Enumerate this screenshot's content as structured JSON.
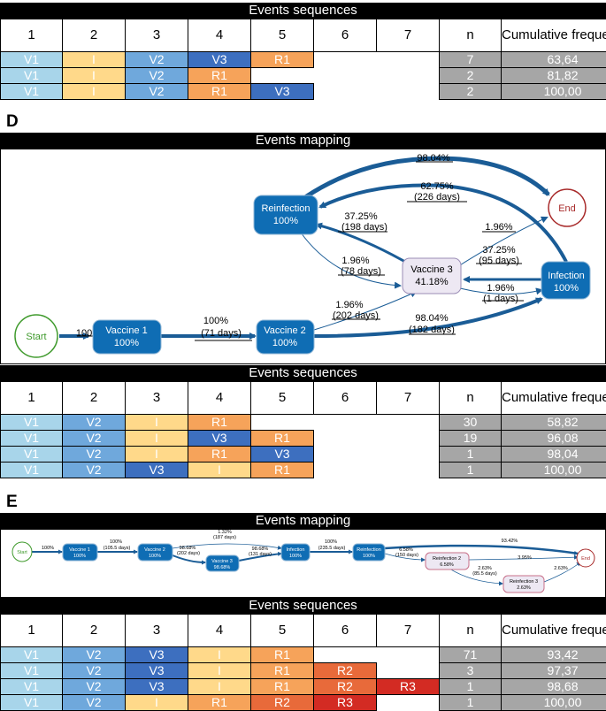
{
  "panel_c": {
    "sequences_title": "Events sequences",
    "headers": [
      "1",
      "2",
      "3",
      "4",
      "5",
      "6",
      "7",
      "n",
      "Cumulative frequency (%)"
    ],
    "rows": [
      {
        "cells": [
          "V1",
          "I",
          "V2",
          "V3",
          "R1",
          "",
          ""
        ],
        "n": "7",
        "cf": "63,64"
      },
      {
        "cells": [
          "V1",
          "I",
          "V2",
          "R1",
          "",
          "",
          ""
        ],
        "n": "2",
        "cf": "81,82"
      },
      {
        "cells": [
          "V1",
          "I",
          "V2",
          "R1",
          "V3",
          "",
          ""
        ],
        "n": "2",
        "cf": "100,00"
      }
    ]
  },
  "panel_d": {
    "letter": "D",
    "mapping_title": "Events mapping",
    "nodes": {
      "start": "Start",
      "vaccine1": {
        "name": "Vaccine 1",
        "pct": "100%"
      },
      "vaccine2": {
        "name": "Vaccine 2",
        "pct": "100%"
      },
      "vaccine3": {
        "name": "Vaccine 3",
        "pct": "41.18%"
      },
      "reinfection": {
        "name": "Reinfection",
        "pct": "100%"
      },
      "infection": {
        "name": "Infection",
        "pct": "100%"
      },
      "end": "End"
    },
    "edge_labels": {
      "start_v1": "100%",
      "v1_v2_pct": "100%",
      "v1_v2_days": "(71 days)",
      "v2_v3_pct": "1.96%",
      "v2_v3_days": "(202 days)",
      "v2_inf_pct": "98.04%",
      "v2_inf_days": "(182 days)",
      "v3_inf_pct": "37.25%",
      "v3_inf_days": "(95 days)",
      "inf_v3_pct": "1.96%",
      "inf_v3_days": "(1 days)",
      "reinf_v3_pct": "1.96%",
      "reinf_v3_days": "(78 days)",
      "v3_reinf_pct": "37.25%",
      "v3_reinf_days": "(198 days)",
      "v3_end": "1.96%",
      "inf_reinf_pct": "62.75%",
      "inf_reinf_days": "(226 days)",
      "reinf_end": "98.04%"
    },
    "sequences_title": "Events sequences",
    "headers": [
      "1",
      "2",
      "3",
      "4",
      "5",
      "6",
      "7",
      "n",
      "Cumulative frequency (%)"
    ],
    "rows": [
      {
        "cells": [
          "V1",
          "V2",
          "I",
          "R1",
          "",
          "",
          ""
        ],
        "n": "30",
        "cf": "58,82"
      },
      {
        "cells": [
          "V1",
          "V2",
          "I",
          "V3",
          "R1",
          "",
          ""
        ],
        "n": "19",
        "cf": "96,08"
      },
      {
        "cells": [
          "V1",
          "V2",
          "I",
          "R1",
          "V3",
          "",
          ""
        ],
        "n": "1",
        "cf": "98,04"
      },
      {
        "cells": [
          "V1",
          "V2",
          "V3",
          "I",
          "R1",
          "",
          ""
        ],
        "n": "1",
        "cf": "100,00"
      }
    ]
  },
  "panel_e": {
    "letter": "E",
    "mapping_title": "Events mapping",
    "nodes": {
      "start": "Start",
      "vaccine1": {
        "name": "Vaccine 1",
        "pct": "100%"
      },
      "vaccine2": {
        "name": "Vaccine 2",
        "pct": "100%"
      },
      "vaccine3": {
        "name": "Vaccine 3",
        "pct": "98.68%"
      },
      "infection": {
        "name": "Infection",
        "pct": "100%"
      },
      "reinfection": {
        "name": "Reinfection",
        "pct": "100%"
      },
      "reinfection2": {
        "name": "Reinfection 2",
        "pct": "6.58%"
      },
      "reinfection3": {
        "name": "Reinfection 3",
        "pct": "2.63%"
      },
      "end": "End"
    },
    "edge_labels": {
      "start_v1": "100%",
      "v1_v2_pct": "100%",
      "v1_v2_days": "(105.5 days)",
      "v2_inf_top_pct": "1.32%",
      "v2_inf_top_days": "(187 days)",
      "v2_v3_pct": "98.68%",
      "v2_v3_days": "(202 days)",
      "v3_inf_pct": "98.68%",
      "v3_inf_days": "(131 days)",
      "inf_reinf_pct": "100%",
      "inf_reinf_days": "(235.5 days)",
      "reinf_r2_pct": "6.58%",
      "reinf_r2_days": "(150 days)",
      "reinf_end": "93.42%",
      "r2_end": "3.95%",
      "r2_r3_pct": "2.63%",
      "r2_r3_days": "(85.5 days)",
      "r3_end": "2.63%"
    },
    "sequences_title": "Events sequences",
    "headers": [
      "1",
      "2",
      "3",
      "4",
      "5",
      "6",
      "7",
      "n",
      "Cumulative frequency (%)"
    ],
    "rows": [
      {
        "cells": [
          "V1",
          "V2",
          "V3",
          "I",
          "R1",
          "",
          ""
        ],
        "n": "71",
        "cf": "93,42"
      },
      {
        "cells": [
          "V1",
          "V2",
          "V3",
          "I",
          "R1",
          "R2",
          ""
        ],
        "n": "3",
        "cf": "97,37"
      },
      {
        "cells": [
          "V1",
          "V2",
          "V3",
          "I",
          "R1",
          "R2",
          "R3"
        ],
        "n": "1",
        "cf": "98,68"
      },
      {
        "cells": [
          "V1",
          "V2",
          "I",
          "R1",
          "R2",
          "R3",
          ""
        ],
        "n": "1",
        "cf": "100,00"
      }
    ]
  },
  "colors": {
    "V1": "#a8d5ea",
    "V2": "#6fa8dc",
    "V3": "#3d6fbf",
    "I": "#ffd98a",
    "R1": "#f6a35a",
    "R2": "#e86a3a",
    "R3": "#d32b23",
    "node_blue": "#0f6db4",
    "node_light": "#ede8f3",
    "edge": "#1a5c96",
    "start": "#3f9a2c",
    "end": "#a82a2a"
  }
}
